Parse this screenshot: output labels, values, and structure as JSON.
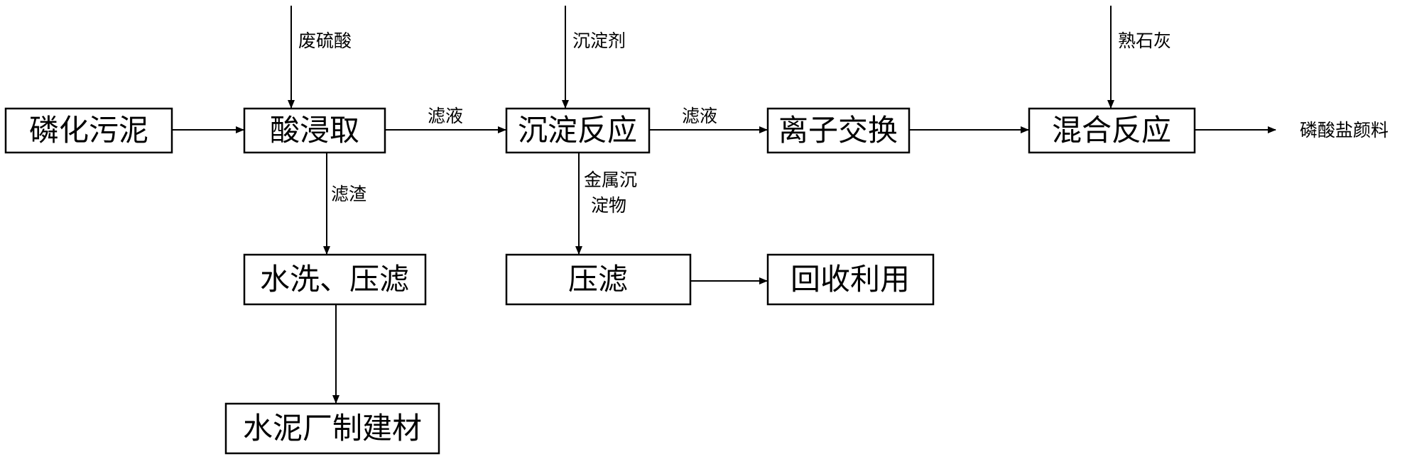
{
  "nodes": {
    "phosphating_sludge": "磷化污泥",
    "acid_leaching": "酸浸取",
    "precipitation_reaction": "沉淀反应",
    "ion_exchange": "离子交换",
    "mixing_reaction": "混合反应",
    "wash_press_filter": "水洗、压滤",
    "cement_building_materials": "水泥厂制建材",
    "press_filter": "压滤",
    "recycling": "回收利用"
  },
  "labels": {
    "waste_sulfuric_acid": "废硫酸",
    "precipitant": "沉淀剂",
    "slaked_lime": "熟石灰",
    "filtrate_1": "滤液",
    "filtrate_2": "滤液",
    "filter_residue": "滤渣",
    "metal_precipitate_line1": "金属沉",
    "metal_precipitate_line2": "淀物",
    "phosphate_pigment": "磷酸盐颜料"
  }
}
